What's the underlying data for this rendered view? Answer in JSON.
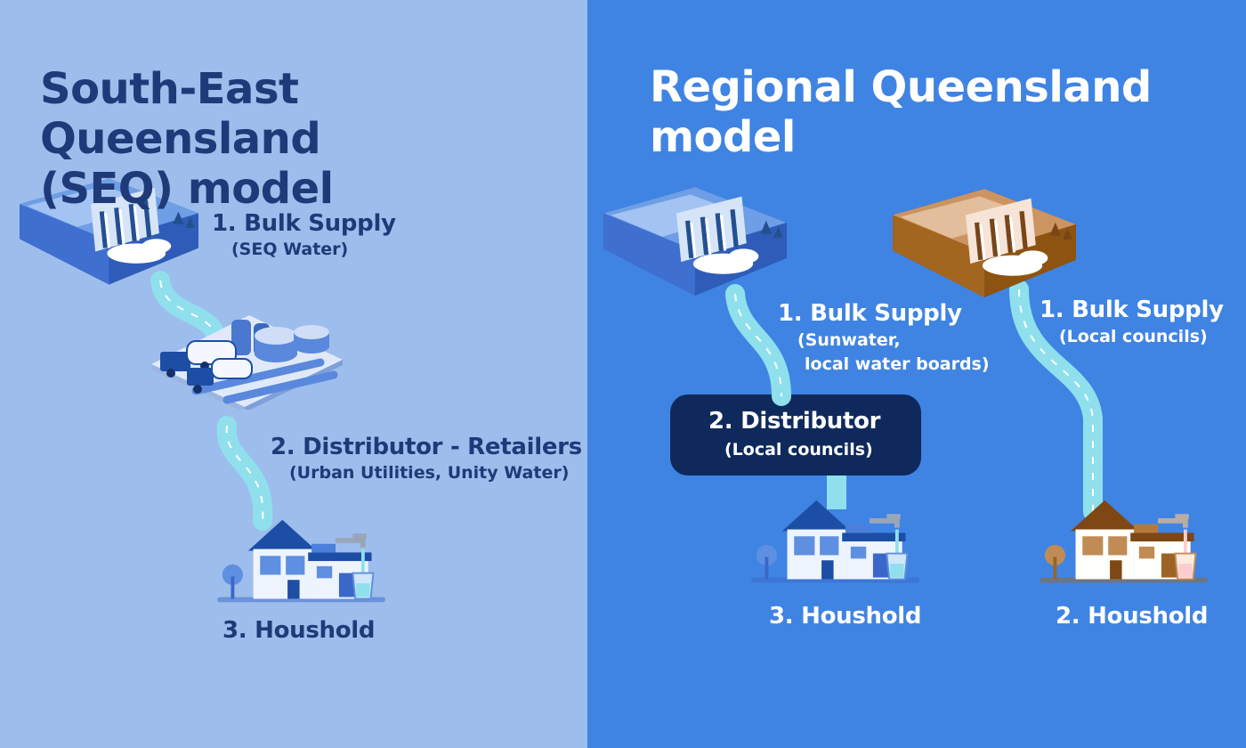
{
  "seq": {
    "title_line1": "South-East Queensland",
    "title_line2": "(SEQ) model",
    "bulk": {
      "label": "1. Bulk Supply",
      "sub": "(SEQ Water)"
    },
    "distributor": {
      "label": "2. Distributor - Retailers",
      "sub": "(Urban Utilities, Unity Water)"
    },
    "household": {
      "label": "3. Houshold"
    }
  },
  "regional": {
    "title_line1": "Regional Queensland",
    "title_line2": "model",
    "path_a": {
      "bulk": {
        "label": "1. Bulk Supply",
        "sub_line1": "(Sunwater,",
        "sub_line2": "local water boards)"
      },
      "distributor": {
        "label": "2. Distributor",
        "sub": "(Local councils)"
      },
      "household": {
        "label": "3. Houshold"
      }
    },
    "path_b": {
      "bulk": {
        "label": "1. Bulk Supply",
        "sub": "(Local councils)"
      },
      "household": {
        "label": "2. Houshold"
      }
    }
  },
  "colors": {
    "seq_background": "#9dbdec",
    "regional_background": "#3f84e3",
    "seq_text": "#1e3a78",
    "regional_text": "#ffffff",
    "distributor_box": "#10295c",
    "water_stream": "#8fe0ec",
    "council_dam": "#c0624a"
  },
  "icons": [
    "dam-icon",
    "treatment-plant-icon",
    "tanker-truck-icon",
    "house-icon",
    "tap-icon",
    "water-glass-icon",
    "tree-icon",
    "water-stream"
  ]
}
